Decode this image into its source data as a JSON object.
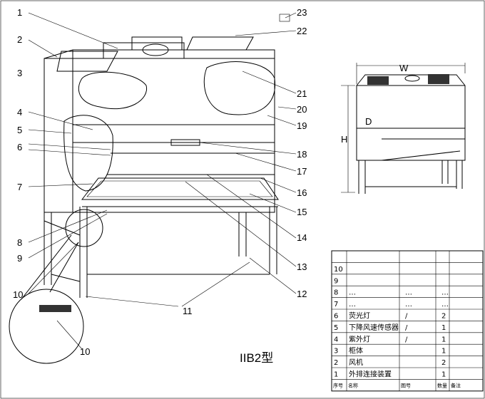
{
  "callouts": [
    "1",
    "2",
    "3",
    "4",
    "5",
    "6",
    "7",
    "8",
    "9",
    "10",
    "10",
    "11",
    "12",
    "13",
    "14",
    "15",
    "16",
    "17",
    "18",
    "19",
    "20",
    "21",
    "22",
    "23"
  ],
  "model_title": "IIB2型",
  "small_view": {
    "width_label": "W",
    "height_label": "H",
    "depth_label": "D"
  },
  "parts_table": {
    "headers": [
      "序号",
      "名称",
      "图号",
      "数量",
      "备注"
    ],
    "rows": [
      [
        "10",
        "",
        "",
        "",
        ""
      ],
      [
        "9",
        "",
        "",
        "",
        ""
      ],
      [
        "8",
        "…",
        "…",
        "…",
        ""
      ],
      [
        "7",
        "…",
        "…",
        "…",
        ""
      ],
      [
        "6",
        "荧光灯",
        "/",
        "2",
        ""
      ],
      [
        "5",
        "下降风速传感器",
        "/",
        "1",
        ""
      ],
      [
        "4",
        "紫外灯",
        "/",
        "1",
        ""
      ],
      [
        "3",
        "柜体",
        "",
        "1",
        ""
      ],
      [
        "2",
        "风机",
        "",
        "2",
        ""
      ],
      [
        "1",
        "外排连接装置",
        "",
        "1",
        ""
      ]
    ]
  }
}
